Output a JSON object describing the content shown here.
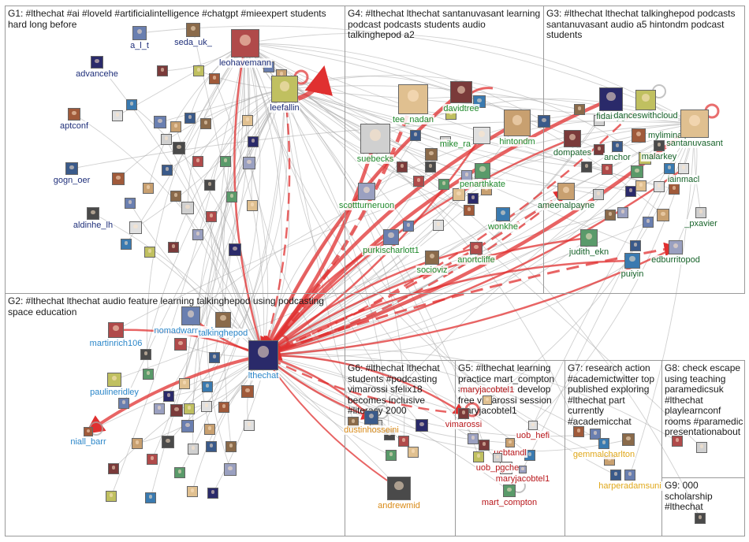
{
  "groups": [
    {
      "id": "G1",
      "title": "G1: #lthechat #ai #loveld #artificialintelligence #chatgpt #mieexpert students hard long before"
    },
    {
      "id": "G4",
      "title": "G4: #lthechat lthechat santanuvasant learning podcast podcasts students audio talkinghepod a2"
    },
    {
      "id": "G3",
      "title": "G3: #lthechat lthechat talkinghepod podcasts santanuvasant audio a5 hintondm podcast students"
    },
    {
      "id": "G2",
      "title": "G2: #lthechat lthechat audio feature learning talkinghepod using podcasting space education"
    },
    {
      "id": "G6",
      "title": "G6: #lthechat lthechat students #podcasting vimarossi sfelix18 becomes inclusive #literacy 2000"
    },
    {
      "id": "G5",
      "title": "G5: #lthechat learning practice mart_compton #pleaseshare develop free vimarossi session maryjacobtel1"
    },
    {
      "id": "G7",
      "title": "G7: research action #academictwitter top published exploring #lthechat part currently #academicchat"
    },
    {
      "id": "G8",
      "title": "G8: check escape using teaching paramedicsuk #lthechat playlearnconf rooms #paramedic presentationabout"
    },
    {
      "id": "G9",
      "title": "G9: 000 scholarship #lthechat"
    }
  ],
  "colors": {
    "G1": "#1f2f7a",
    "G4": "#1f8a2c",
    "G3": "#17632a",
    "G2": "#2a86c9",
    "G6": "#d98a17",
    "G5": "#b8161a",
    "G7": "#e0a81a",
    "G8": "#333333",
    "G9": "#333333",
    "edge_red": "#e03030",
    "edge_grey": "#aaaaaa"
  },
  "nodes": [
    {
      "id": "a_l_t",
      "group": "G1",
      "label": "a_l_t"
    },
    {
      "id": "seda_uk_",
      "group": "G1",
      "label": "seda_uk_"
    },
    {
      "id": "leohavemann",
      "group": "G1",
      "label": "leohavemann"
    },
    {
      "id": "advancehe",
      "group": "G1",
      "label": "advancehe"
    },
    {
      "id": "leefallin",
      "group": "G1",
      "label": "leefallin"
    },
    {
      "id": "aptconf",
      "group": "G1",
      "label": "aptconf"
    },
    {
      "id": "gogn_oer",
      "group": "G1",
      "label": "gogn_oer"
    },
    {
      "id": "aldinhe_lh",
      "group": "G1",
      "label": "aldinhe_lh"
    },
    {
      "id": "tee_nadan",
      "group": "G4",
      "label": "tee_nadan"
    },
    {
      "id": "davidtree",
      "group": "G4",
      "label": "davidtree"
    },
    {
      "id": "mike_ra",
      "group": "G4",
      "label": "mike_ra"
    },
    {
      "id": "hintondm",
      "group": "G4",
      "label": "hintondm"
    },
    {
      "id": "suebecks",
      "group": "G4",
      "label": "suebecks"
    },
    {
      "id": "penarthkate",
      "group": "G4",
      "label": "penarthkate"
    },
    {
      "id": "scottturneruon",
      "group": "G4",
      "label": "scottturneruon"
    },
    {
      "id": "wonkhe",
      "group": "G4",
      "label": "wonkhe"
    },
    {
      "id": "purkischarlott1",
      "group": "G4",
      "label": "purkischarlott1"
    },
    {
      "id": "socioviz",
      "group": "G4",
      "label": "socioviz"
    },
    {
      "id": "anortcliffe",
      "group": "G4",
      "label": "anortcliffe"
    },
    {
      "id": "fidaisyg",
      "group": "G3",
      "label": "fidaisyg"
    },
    {
      "id": "danceswithcloud",
      "group": "G3",
      "label": "danceswithcloud"
    },
    {
      "id": "myliminalpod",
      "group": "G3",
      "label": "myliminalpod"
    },
    {
      "id": "anchor",
      "group": "G3",
      "label": "anchor"
    },
    {
      "id": "malarkey",
      "group": "G3",
      "label": "malarkey"
    },
    {
      "id": "santanuvasant",
      "group": "G3",
      "label": "santanuvasant"
    },
    {
      "id": "dompates",
      "group": "G3",
      "label": "dompates"
    },
    {
      "id": "iainmacl",
      "group": "G3",
      "label": "iainmacl"
    },
    {
      "id": "ameenalpayne",
      "group": "G3",
      "label": "ameenalpayne"
    },
    {
      "id": "_pxavier",
      "group": "G3",
      "label": "_pxavier"
    },
    {
      "id": "judith_ekn",
      "group": "G3",
      "label": "judith_ekn"
    },
    {
      "id": "edburritopod",
      "group": "G3",
      "label": "edburritopod"
    },
    {
      "id": "puiyin",
      "group": "G3",
      "label": "puiyin"
    },
    {
      "id": "nomadwarmachine",
      "group": "G2",
      "label": "nomadwarmachine"
    },
    {
      "id": "talkinghepod",
      "group": "G2",
      "label": "talkinghepod"
    },
    {
      "id": "martinrich106",
      "group": "G2",
      "label": "martinrich106"
    },
    {
      "id": "lthechat",
      "group": "G2",
      "label": "lthechat"
    },
    {
      "id": "paulineridley",
      "group": "G2",
      "label": "paulineridley"
    },
    {
      "id": "niall_barr",
      "group": "G2",
      "label": "niall_barr"
    },
    {
      "id": "dustinhosseini",
      "group": "G6",
      "label": "dustinhosseini"
    },
    {
      "id": "andrewmid",
      "group": "G6",
      "label": "andrewmid"
    },
    {
      "id": "maryjacobtel1_top",
      "group": "G5",
      "label": "maryjacobtel1"
    },
    {
      "id": "vimarossi",
      "group": "G5",
      "label": "vimarossi"
    },
    {
      "id": "uob_hefi",
      "group": "G5",
      "label": "uob_hefi"
    },
    {
      "id": "ucbtandl",
      "group": "G5",
      "label": "ucbtandl"
    },
    {
      "id": "uob_pgche",
      "group": "G5",
      "label": "uob_pgche"
    },
    {
      "id": "mart_compton",
      "group": "G5",
      "label": "mart_compton"
    },
    {
      "id": "maryjacobtel1",
      "group": "G5",
      "label": "maryjacobtel1"
    },
    {
      "id": "gemmalcharlton",
      "group": "G7",
      "label": "gemmalcharlton"
    },
    {
      "id": "harperadamsuni",
      "group": "G7",
      "label": "harperadamsuni"
    }
  ],
  "icon_colors": [
    "#6a7fb0",
    "#c8a070",
    "#3a5a8a",
    "#8a6a4a",
    "#d0d0d0",
    "#4a4a4a",
    "#b04a4a",
    "#5a9a6a",
    "#e0c090",
    "#2a2a6a",
    "#9aa0c0",
    "#7a3a3a",
    "#c0c060",
    "#3a7ab0",
    "#e0e0e0",
    "#a05a3a"
  ]
}
